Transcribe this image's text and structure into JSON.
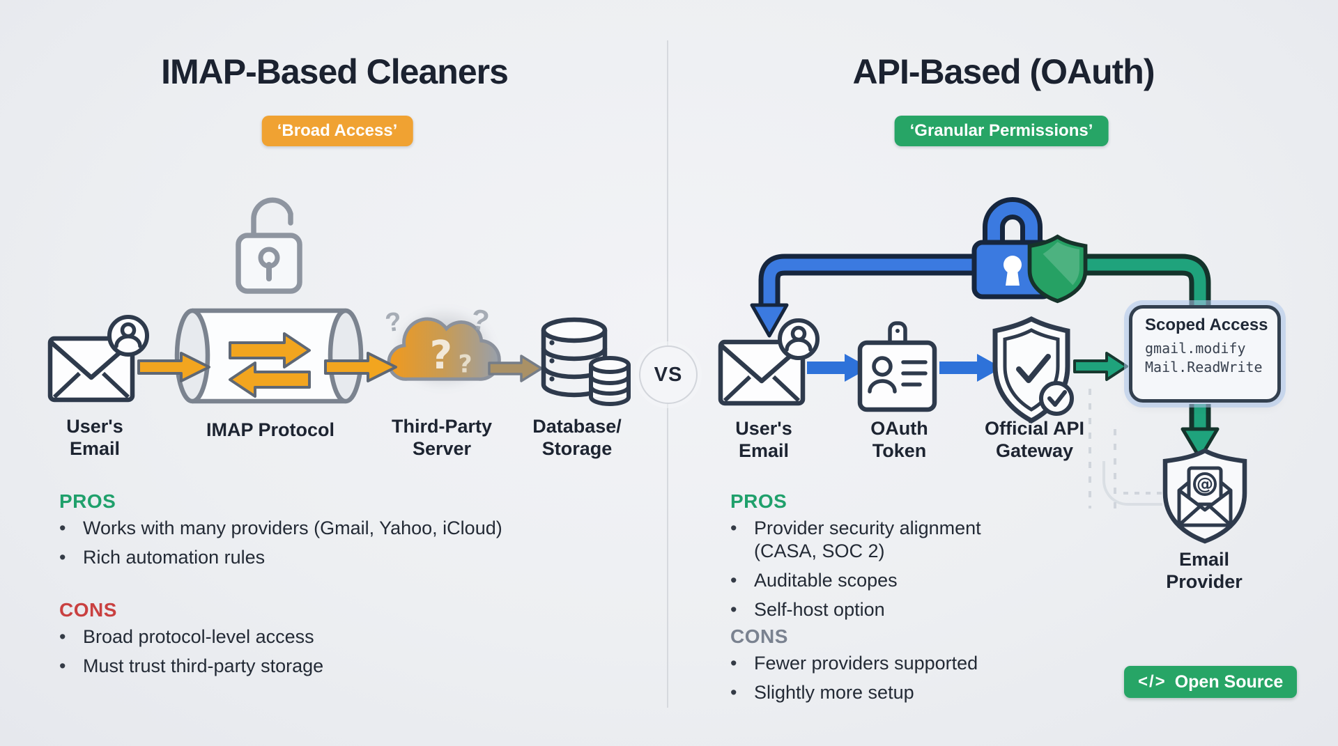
{
  "vs": "VS",
  "glyphs": {
    "question_big": "?",
    "question_small": "?",
    "question_float_left": "?",
    "question_float_right": "?",
    "at": "@",
    "code_icon": "</>"
  },
  "left": {
    "title": "IMAP-Based Cleaners",
    "badge": "‘Broad Access’",
    "flow": {
      "users_email": "User's\nEmail",
      "imap": "IMAP Protocol",
      "third_party": "Third-Party\nServer",
      "database": "Database/\nStorage"
    },
    "pros_title": "PROS",
    "pros": [
      "Works with many providers (Gmail, Yahoo, iCloud)",
      "Rich automation rules"
    ],
    "cons_title": "CONS",
    "cons": [
      "Broad protocol-level access",
      "Must trust third-party storage"
    ]
  },
  "right": {
    "title": "API-Based (OAuth)",
    "badge": "‘Granular Permissions’",
    "flow": {
      "users_email": "User's\nEmail",
      "oauth_token": "OAuth\nToken",
      "gateway": "Official API\nGateway",
      "scoped_title": "Scoped Access",
      "scopes": [
        "gmail.modify",
        "Mail.ReadWrite"
      ],
      "email_provider": "Email\nProvider"
    },
    "pros_title": "PROS",
    "pros": [
      "Provider security alignment (CASA, SOC 2)",
      "Auditable scopes",
      "Self-host option"
    ],
    "cons_title": "CONS",
    "cons": [
      "Fewer providers supported",
      "Slightly more setup"
    ],
    "open_source": "Open Source"
  },
  "colors": {
    "background": "#EDEFF2",
    "orange_accent": "#F2A51F",
    "green_accent": "#27A566",
    "teal_pipe": "#1FA37C",
    "blue_accent": "#2E72D9",
    "red_cons": "#C94040",
    "gray_cons": "#7A8290",
    "dark_outline": "#2E3A4C",
    "title_text": "#1B2230"
  }
}
